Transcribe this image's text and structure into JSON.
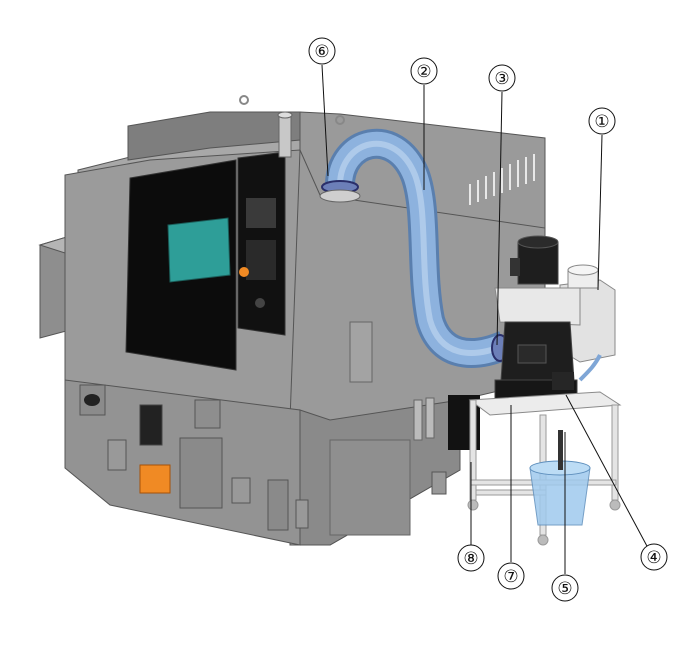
{
  "diagram": {
    "callouts": [
      {
        "id": "c1",
        "label": "①"
      },
      {
        "id": "c2",
        "label": "②"
      },
      {
        "id": "c3",
        "label": "③"
      },
      {
        "id": "c4",
        "label": "④"
      },
      {
        "id": "c5",
        "label": "⑤"
      },
      {
        "id": "c6",
        "label": "⑥"
      },
      {
        "id": "c7",
        "label": "⑦"
      },
      {
        "id": "c8",
        "label": "⑧"
      }
    ],
    "colors": {
      "machine_body": "#9b9b9b",
      "machine_dark": "#6f6f6f",
      "door": "#0c0c0c",
      "window": "#2e9e98",
      "duct": "#7fa6d6",
      "unit_black": "#1e1e1e",
      "unit_white": "#e6e6e6",
      "bucket": "#9fc9ee",
      "orange": "#f08a24"
    }
  }
}
